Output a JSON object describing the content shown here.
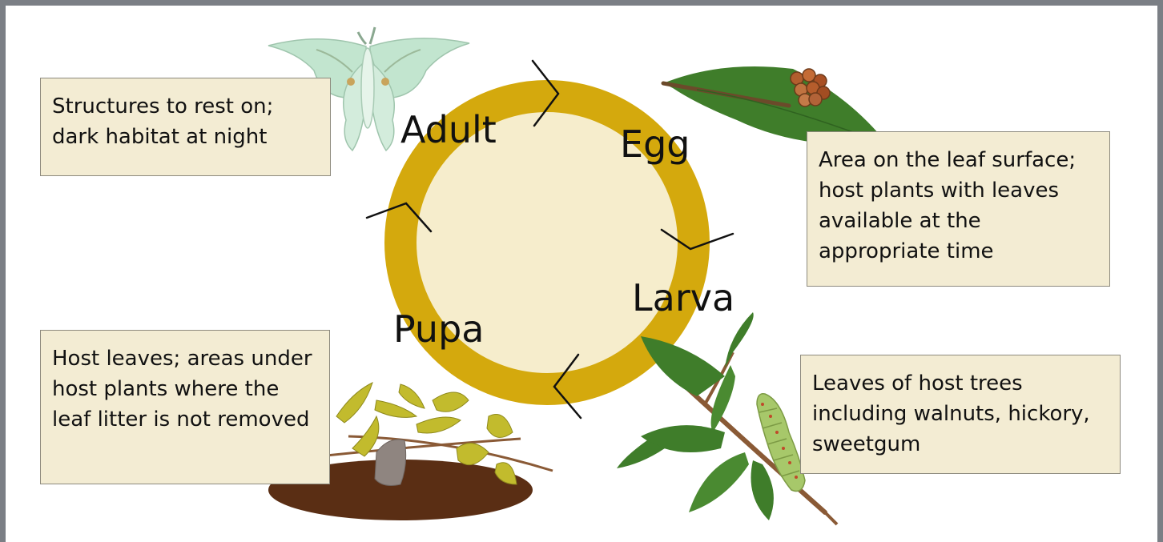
{
  "stages": {
    "adult": "Adult",
    "egg": "Egg",
    "larva": "Larva",
    "pupa": "Pupa"
  },
  "boxes": {
    "adult": "Structures to rest on; dark habitat at night",
    "egg": "Area on the leaf surface; host plants with leaves available at the appropriate time",
    "larva": "Leaves of host trees including walnuts, hickory, sweetgum",
    "pupa": "Host leaves; areas under host plants where the leaf litter is not removed"
  },
  "colors": {
    "ring": "#d4a90d",
    "ring_inner": "#f6edcc",
    "box_fill": "#f3ecd3",
    "frame": "#7b7f85",
    "leaf_green": "#3f7d2a",
    "leaf_yellow": "#c2bb2d",
    "soil": "#5a2e14",
    "moth": "#bfe3cc"
  },
  "icons": [
    "luna-moth-icon",
    "egg-leaf-icon",
    "caterpillar-branch-icon",
    "leaf-litter-icon"
  ]
}
